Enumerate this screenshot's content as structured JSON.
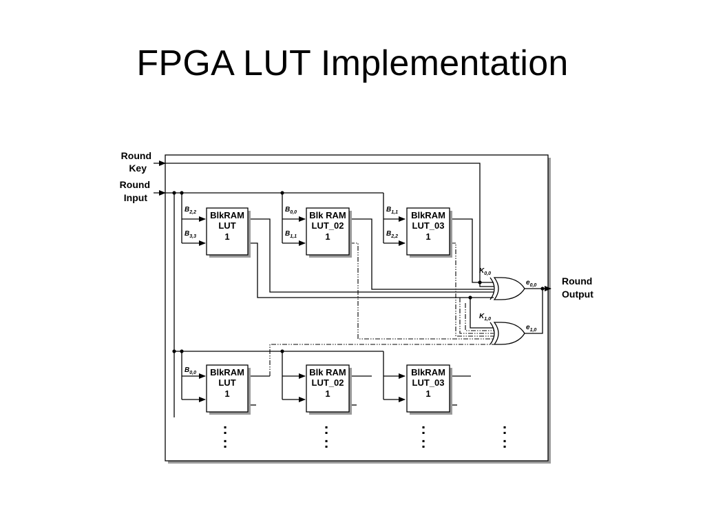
{
  "slide": {
    "title": "FPGA LUT Implementation"
  },
  "diagram": {
    "inputs": {
      "round_key": [
        "Round",
        "Key"
      ],
      "round_input": [
        "Round",
        "Input"
      ]
    },
    "output": [
      "Round",
      "Output"
    ],
    "row1": [
      {
        "lines": [
          "BlkRAM",
          "LUT",
          "1"
        ],
        "in_a": "B",
        "in_a_sub": "2,2",
        "in_b": "B",
        "in_b_sub": "3,3"
      },
      {
        "lines": [
          "Blk RAM",
          "LUT_02",
          "1"
        ],
        "in_a": "B",
        "in_a_sub": "0,0",
        "in_b": "B",
        "in_b_sub": "1,1"
      },
      {
        "lines": [
          "BlkRAM",
          "LUT_03",
          "1"
        ],
        "in_a": "B",
        "in_a_sub": "1,1",
        "in_b": "B",
        "in_b_sub": "2,2"
      }
    ],
    "row2": [
      {
        "lines": [
          "BlkRAM",
          "LUT",
          "1"
        ],
        "in_a": "B",
        "in_a_sub": "0,0"
      },
      {
        "lines": [
          "Blk RAM",
          "LUT_02",
          "1"
        ]
      },
      {
        "lines": [
          "BlkRAM",
          "LUT_03",
          "1"
        ]
      }
    ],
    "xor0": {
      "key": "K",
      "key_sub": "0,0",
      "out": "e",
      "out_sub": "0,0"
    },
    "xor1": {
      "key": "K",
      "key_sub": "1,0",
      "out": "e",
      "out_sub": "1,0"
    },
    "continuation": ":"
  }
}
